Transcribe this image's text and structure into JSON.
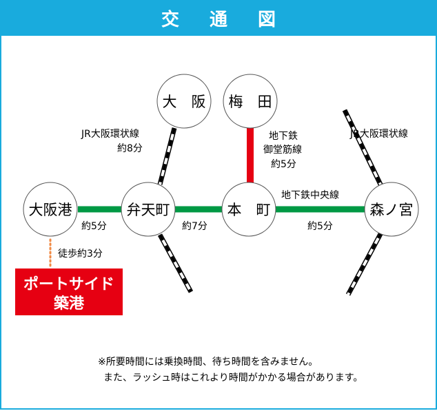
{
  "header": {
    "title_chars": [
      "交",
      "通",
      "図"
    ]
  },
  "stations": {
    "osaka": "大　阪",
    "umeda": "梅　田",
    "osakako": "大阪港",
    "bentencho": "弁天町",
    "honmachi": "本　町",
    "morinomiya": "森ノ宮"
  },
  "labels": {
    "jr_left_line": "JR大阪環状線",
    "jr_left_time": "約8分",
    "subway_midosuji_1": "地下鉄",
    "subway_midosuji_2": "御堂筋線",
    "subway_midosuji_time": "約5分",
    "jr_right_line": "JR大阪環状線",
    "chuo_line": "地下鉄中央線",
    "chuo_time": "約5分",
    "osakako_benten_time": "約5分",
    "benten_honmachi_time": "約7分",
    "walk_time": "徒歩約3分"
  },
  "destination": {
    "line1": "ポートサイド",
    "line2": "築港"
  },
  "notes": {
    "line1": "※所要時間には乗換時間、待ち時間を含みません。",
    "line2": "また、ラッシュ時はこれより時間がかかる場合があります。"
  },
  "colors": {
    "header": "#19abdd",
    "green_line": "#009944",
    "red_line": "#e60012",
    "walk": "#f08a45",
    "destination": "#e60012"
  }
}
